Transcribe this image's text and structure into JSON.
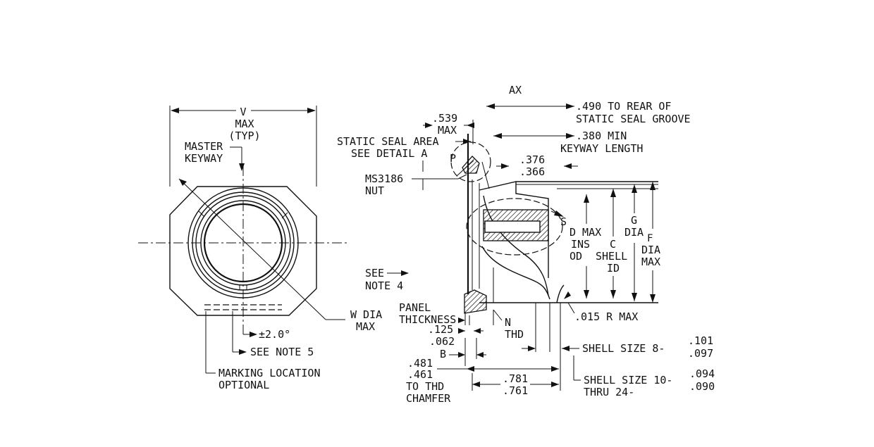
{
  "end_view": {
    "v_dim": "V",
    "v_max": "MAX",
    "v_typ": "(TYP)",
    "master_keyway_1": "MASTER",
    "master_keyway_2": "KEYWAY",
    "w_dia_1": "W DIA",
    "w_dia_2": "MAX",
    "angle_tol": "±2.0°",
    "see_note_5": "SEE NOTE 5",
    "marking_1": "MARKING LOCATION",
    "marking_2": "OPTIONAL"
  },
  "side_view": {
    "ax": "AX",
    "rear_seal_1": ".490 TO REAR OF",
    "rear_seal_2": "STATIC SEAL GROOVE",
    "dim_539": ".539",
    "dim_539_max": "MAX",
    "static_seal_1": "STATIC SEAL AREA",
    "static_seal_2": "SEE DETAIL A",
    "keyway_len_1": ".380 MIN",
    "keyway_len_2": "KEYWAY LENGTH",
    "p_label": "P",
    "dim_376": ".376",
    "dim_366": ".366",
    "nut_1": "MS3186",
    "nut_2": "NUT",
    "s_label": "S",
    "d_1": "D MAX",
    "d_2": "INS",
    "d_3": "OD",
    "c_1": "C",
    "c_2": "SHELL",
    "c_3": "ID",
    "g_1": "G",
    "g_2": "DIA",
    "f_1": "F",
    "f_2": "DIA",
    "f_3": "MAX",
    "see_note_4_1": "SEE",
    "see_note_4_2": "NOTE 4",
    "panel_1": "PANEL",
    "panel_2": "THICKNESS",
    "dim_125": ".125",
    "dim_062": ".062",
    "b_label": "B",
    "n_label": "N",
    "thd": "THD",
    "r_max": ".015 R MAX",
    "size8_a": "SHELL SIZE 8-",
    "size8_top": ".101",
    "size8_bot": ".097",
    "dim_481": ".481",
    "dim_461": ".461",
    "to_thd": "TO THD",
    "chamfer": "CHAMFER",
    "dim_781": ".781",
    "dim_761": ".761",
    "size10_a": "SHELL SIZE 10-",
    "size10_b": "THRU 24-",
    "size10_top": ".094",
    "size10_bot": ".090"
  }
}
